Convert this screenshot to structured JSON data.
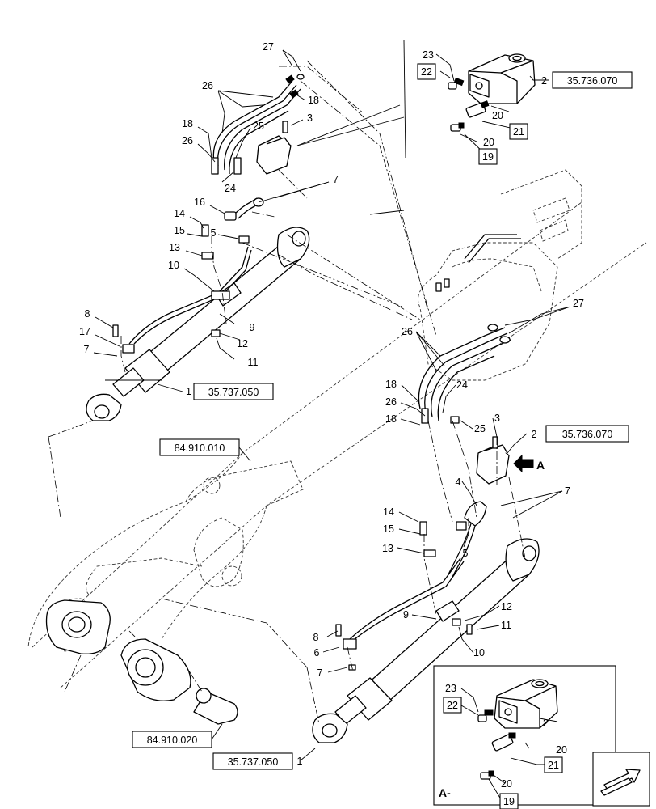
{
  "diagram": {
    "section_refs": {
      "valve_top": "35.736.070",
      "valve_mid": "35.736.070",
      "cylinder_left": "35.737.050",
      "cylinder_right": "35.737.050",
      "boom": "84.910.010",
      "pin": "84.910.020"
    },
    "view_marker": "A",
    "inset_title": "A-",
    "icons": [
      "arrow-icon",
      "navigation-arrow-icon"
    ],
    "callouts": {
      "top": [
        "27",
        "26",
        "18",
        "18",
        "26",
        "25",
        "3",
        "24",
        "7",
        "16",
        "14",
        "15",
        "5",
        "13",
        "10",
        "8",
        "17",
        "7",
        "9",
        "12",
        "11",
        "1",
        "23",
        "22",
        "2",
        "20",
        "21",
        "20",
        "19"
      ],
      "right": [
        "27",
        "26",
        "18",
        "24",
        "26",
        "18",
        "25",
        "3",
        "2",
        "4",
        "7",
        "14",
        "15",
        "5",
        "13",
        "9",
        "12",
        "11",
        "8",
        "6",
        "10",
        "7",
        "1"
      ],
      "inset": [
        "23",
        "22",
        "2",
        "20",
        "21",
        "20",
        "19"
      ]
    }
  }
}
